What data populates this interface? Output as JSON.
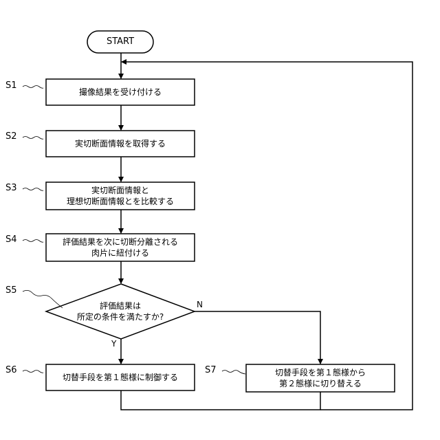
{
  "start": {
    "label": "START"
  },
  "steps": [
    {
      "id": "S1",
      "lines": [
        "撮像結果を受け付ける"
      ]
    },
    {
      "id": "S2",
      "lines": [
        "実切断面情報を取得する"
      ]
    },
    {
      "id": "S3",
      "lines": [
        "実切断面情報と",
        "理想切断面情報とを比較する"
      ]
    },
    {
      "id": "S4",
      "lines": [
        "評価結果を次に切断分離される",
        "肉片に紐付ける"
      ]
    },
    {
      "id": "S5",
      "lines": [
        "評価結果は",
        "所定の条件を満たすか?"
      ]
    },
    {
      "id": "S6",
      "lines": [
        "切替手段を第１態様に制御する"
      ]
    },
    {
      "id": "S7",
      "lines": [
        "切替手段を第１態様から",
        "第２態様に切り替える"
      ]
    }
  ],
  "branches": {
    "yes": "Y",
    "no": "N"
  }
}
